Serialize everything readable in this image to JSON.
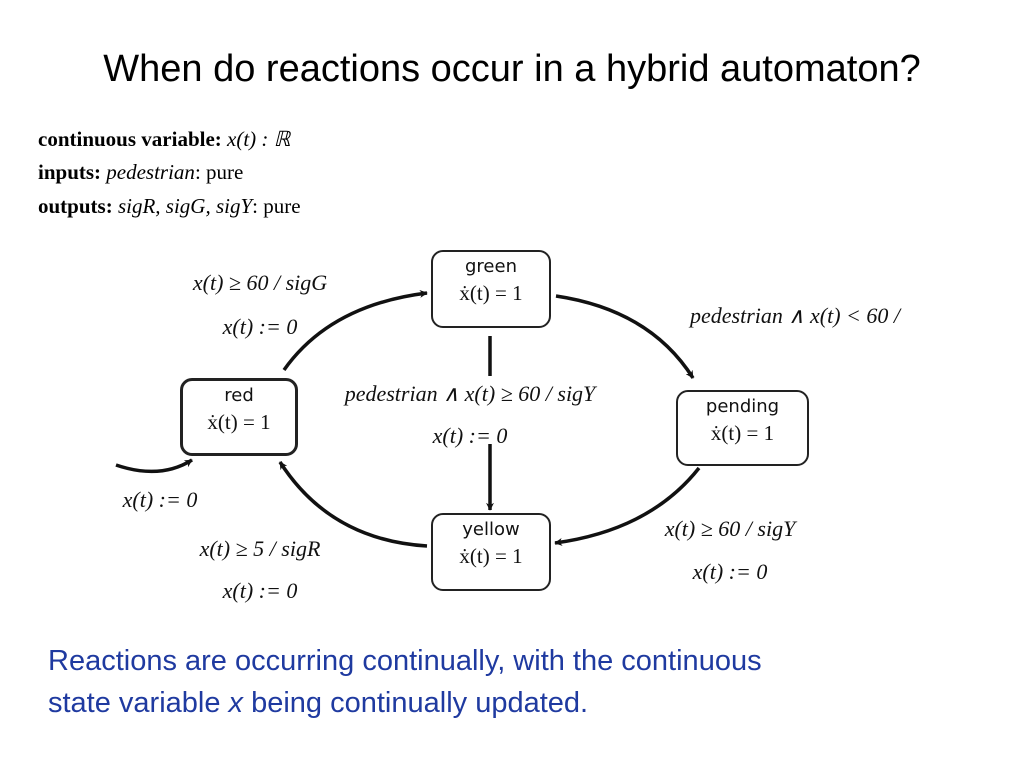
{
  "title": "When do reactions occur in a hybrid automaton?",
  "declarations": {
    "continuous_label": "continuous variable:",
    "continuous_value": "x(t) : ℝ",
    "inputs_label": "inputs:",
    "inputs_name": "pedestrian",
    "inputs_type": ": pure",
    "outputs_label": "outputs:",
    "outputs_names": "sigR, sigG, sigY",
    "outputs_type": ": pure"
  },
  "states": {
    "green": {
      "name": "green",
      "flow": "ẋ(t) = 1"
    },
    "red": {
      "name": "red",
      "flow": "ẋ(t) = 1"
    },
    "pending": {
      "name": "pending",
      "flow": "ẋ(t) = 1"
    },
    "yellow": {
      "name": "yellow",
      "flow": "ẋ(t) = 1"
    }
  },
  "transitions": {
    "red_to_green": {
      "guard": "x(t) ≥ 60 / sigG",
      "action": "x(t) := 0"
    },
    "green_to_pending": {
      "guard": "pedestrian ∧ x(t) < 60 /"
    },
    "green_to_yellow": {
      "guard": "pedestrian ∧ x(t) ≥ 60 / sigY",
      "action": "x(t) := 0"
    },
    "pending_to_yellow": {
      "guard": "x(t) ≥ 60 / sigY",
      "action": "x(t) := 0"
    },
    "yellow_to_red": {
      "guard": "x(t) ≥ 5 / sigR",
      "action": "x(t) := 0"
    },
    "initial": {
      "action": "x(t) := 0"
    }
  },
  "footer": {
    "line1": "Reactions are occurring continually, with the continuous",
    "line2_before": "state variable ",
    "line2_var": "x",
    "line2_after": " being continually updated."
  }
}
